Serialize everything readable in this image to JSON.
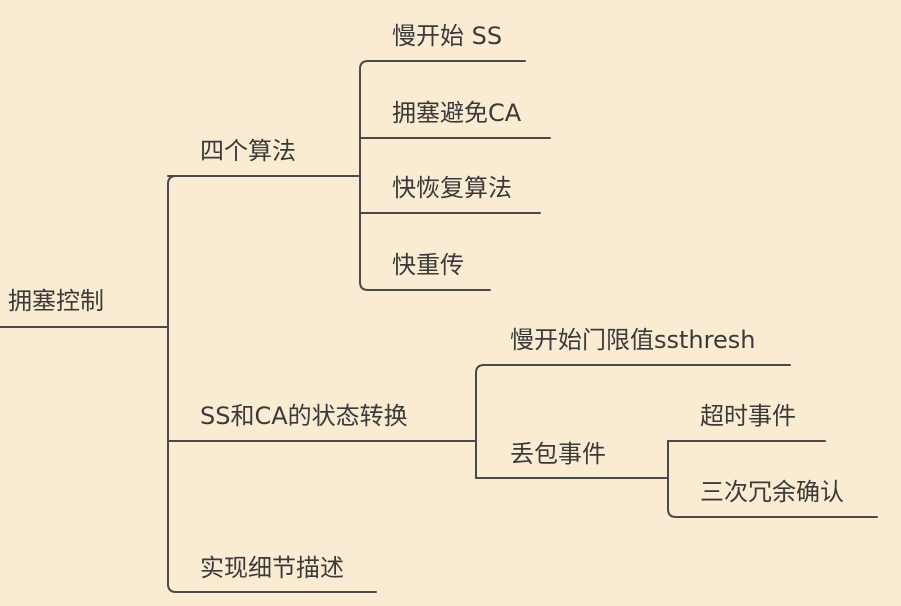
{
  "root": {
    "label": "拥塞控制"
  },
  "branches": [
    {
      "label": "四个算法",
      "children": [
        {
          "label": "慢开始 SS"
        },
        {
          "label": "拥塞避免CA"
        },
        {
          "label": "快恢复算法"
        },
        {
          "label": "快重传"
        }
      ]
    },
    {
      "label": "SS和CA的状态转换",
      "children": [
        {
          "label": "慢开始门限值ssthresh"
        },
        {
          "label": "丢包事件",
          "children": [
            {
              "label": "超时事件"
            },
            {
              "label": "三次冗余确认"
            }
          ]
        }
      ]
    },
    {
      "label": "实现细节描述"
    }
  ],
  "colors": {
    "background": "#faecd3",
    "line": "#4a4a4a",
    "text": "#3a3a3a"
  }
}
